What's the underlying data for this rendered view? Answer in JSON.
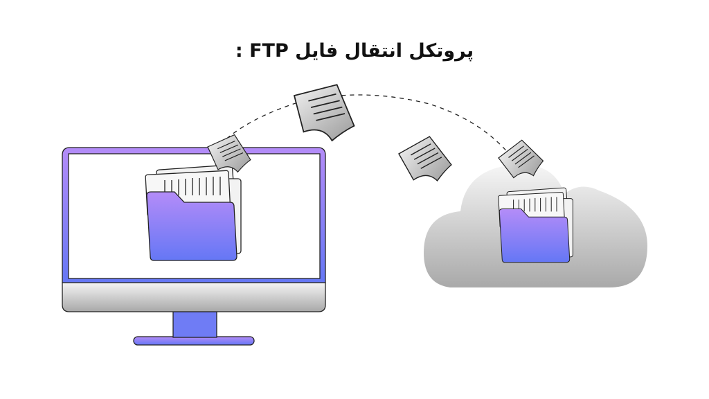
{
  "title": "پروتکل انتقال فایل FTP :",
  "colors": {
    "purple": "#b48cf8",
    "blue": "#6577f5",
    "gray_light": "#f2f2f2",
    "gray_dark": "#a8a8a8",
    "outline": "#222222"
  },
  "elements": {
    "source": "computer-monitor",
    "destination": "cloud",
    "transfer": "documents-along-dashed-arc"
  }
}
